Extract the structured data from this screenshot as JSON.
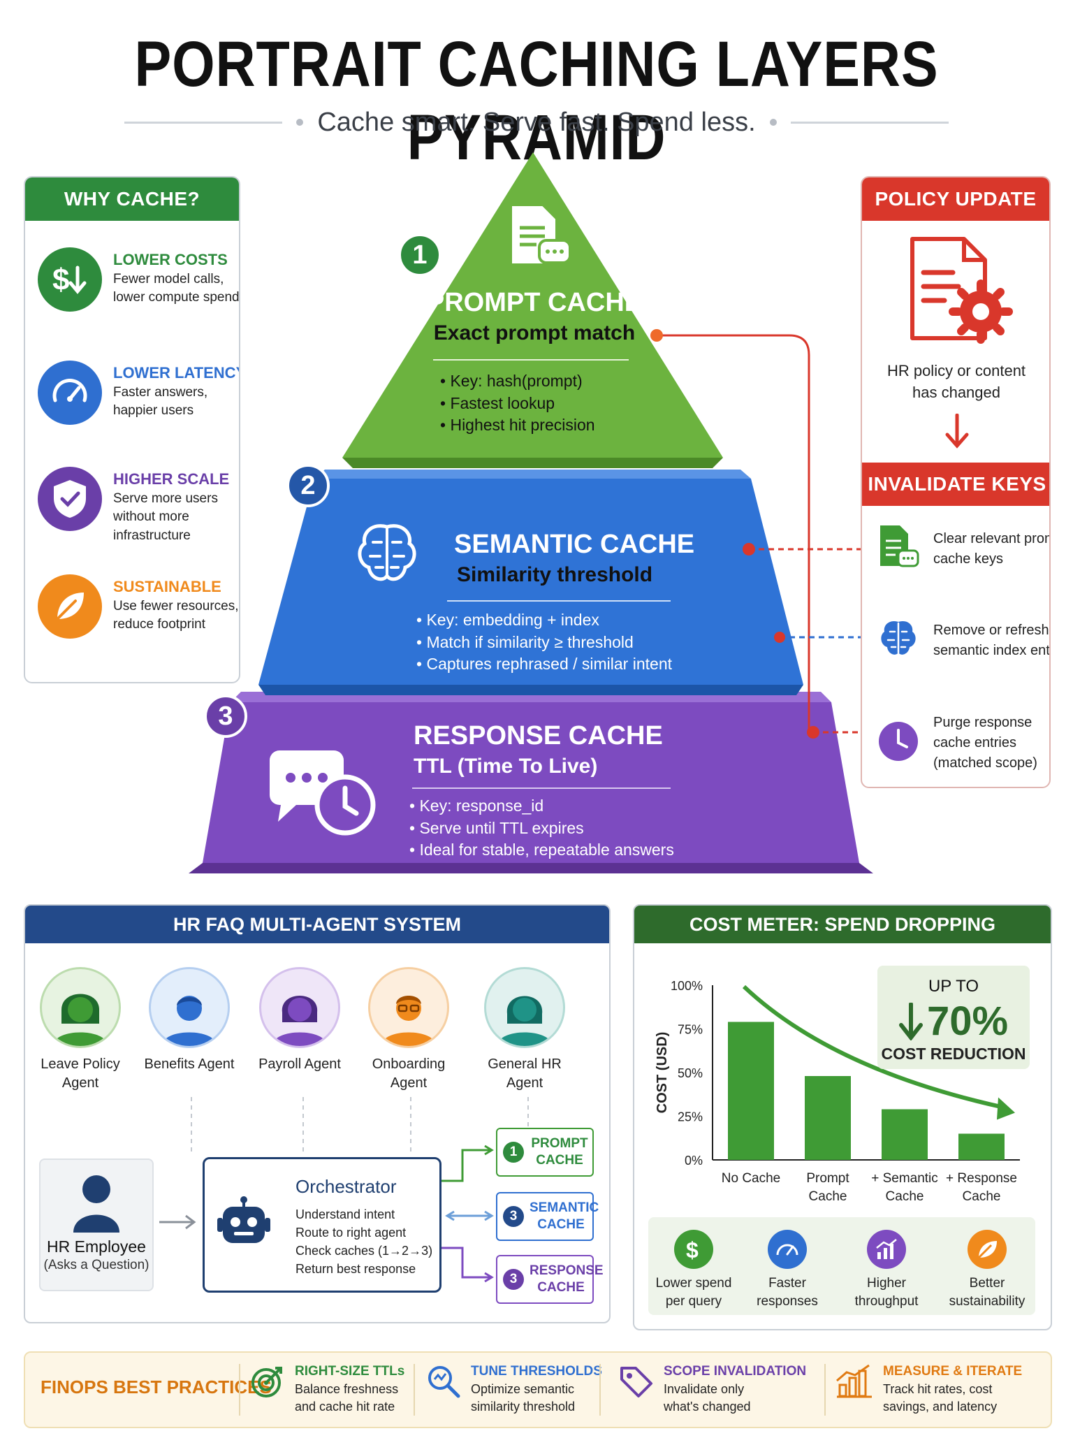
{
  "header": {
    "title": "PORTRAIT CACHING LAYERS PYRAMID",
    "subtitle": "Cache smart. Serve fast. Spend less."
  },
  "why_cache": {
    "heading": "WHY CACHE?",
    "items": [
      {
        "title": "LOWER COSTS",
        "desc": "Fewer model calls, lower compute spend",
        "color": "#2e8b3d"
      },
      {
        "title": "LOWER LATENCY",
        "desc": "Faster answers, happier users",
        "color": "#2f6fd0"
      },
      {
        "title": "HIGHER SCALE",
        "desc": "Serve more users without more infrastructure",
        "color": "#6a3fa8"
      },
      {
        "title": "SUSTAINABLE",
        "desc": "Use fewer resources, reduce footprint",
        "color": "#f08a1c"
      }
    ]
  },
  "pyramid": {
    "tiers": [
      {
        "number": "1",
        "title": "PROMPT CACHE",
        "subtitle": "Exact prompt match",
        "bullets": [
          "Key: hash(prompt)",
          "Fastest lookup",
          "Highest hit precision"
        ],
        "color": "#6cb33f"
      },
      {
        "number": "2",
        "title": "SEMANTIC CACHE",
        "subtitle": "Similarity threshold",
        "bullets": [
          "Key: embedding + index",
          "Match if similarity ≥ threshold",
          "Captures rephrased / similar intent"
        ],
        "color": "#2f73d6"
      },
      {
        "number": "3",
        "title": "RESPONSE CACHE",
        "subtitle": "TTL (Time To Live)",
        "bullets": [
          "Key: response_id",
          "Serve until TTL expires",
          "Ideal for stable, repeatable answers"
        ],
        "color": "#7d4bc0"
      }
    ]
  },
  "policy": {
    "heading": "POLICY UPDATE",
    "desc": "HR policy or content has changed",
    "invalidate_heading": "INVALIDATE KEYS",
    "items": [
      {
        "text": "Clear relevant prompt cache keys"
      },
      {
        "text": "Remove or refresh semantic index entries"
      },
      {
        "text": "Purge response cache entries (matched scope)"
      }
    ],
    "accent": "#d9372b"
  },
  "multi_agent": {
    "heading": "HR FAQ MULTI-AGENT SYSTEM",
    "agents": [
      {
        "name": "Leave Policy Agent"
      },
      {
        "name": "Benefits Agent"
      },
      {
        "name": "Payroll Agent"
      },
      {
        "name": "Onboarding Agent"
      },
      {
        "name": "General HR Agent"
      }
    ],
    "employee": {
      "name": "HR Employee",
      "note": "(Asks a Question)"
    },
    "orchestrator": {
      "title": "Orchestrator",
      "steps": [
        "Understand intent",
        "Route to right agent",
        "Check caches (1→2→3)",
        "Return best response"
      ]
    },
    "caches": [
      {
        "number": "1",
        "label": "PROMPT CACHE"
      },
      {
        "number": "3",
        "label": "SEMANTIC CACHE"
      },
      {
        "number": "3",
        "label": "RESPONSE CACHE"
      }
    ]
  },
  "cost_meter": {
    "heading": "COST METER: SPEND DROPPING",
    "badge_top": "UP TO",
    "badge_value": "70%",
    "badge_bottom": "COST REDUCTION",
    "benefits": [
      {
        "label": "Lower spend per query"
      },
      {
        "label": "Faster responses"
      },
      {
        "label": "Higher throughput"
      },
      {
        "label": "Better sustainability"
      }
    ]
  },
  "chart_data": {
    "type": "bar",
    "categories": [
      "No Cache",
      "Prompt Cache",
      "+ Semantic Cache",
      "+ Response Cache"
    ],
    "values": [
      79,
      48,
      29,
      15
    ],
    "ylabel": "COST (USD)",
    "ylim": [
      0,
      100
    ],
    "yticks": [
      "0%",
      "25%",
      "50%",
      "75%",
      "100%"
    ],
    "bar_color": "#3f9b35"
  },
  "best_practices": {
    "heading": "FINOPS BEST PRACTICES",
    "items": [
      {
        "title": "RIGHT-SIZE TTLs",
        "desc": "Balance freshness and cache hit rate",
        "color": "#2e8b3d"
      },
      {
        "title": "TUNE THRESHOLDS",
        "desc": "Optimize semantic similarity threshold",
        "color": "#2f6fd0"
      },
      {
        "title": "SCOPE INVALIDATION",
        "desc": "Invalidate only what's changed",
        "color": "#6a3fa8"
      },
      {
        "title": "MEASURE & ITERATE",
        "desc": "Track hit rates, cost savings, and latency",
        "color": "#e07a12"
      }
    ]
  }
}
